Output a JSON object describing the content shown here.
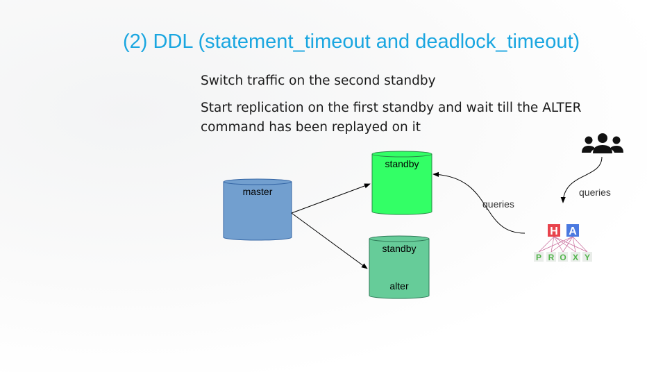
{
  "slide": {
    "title": "(2) DDL (statement_timeout and deadlock_timeout)",
    "bullets": [
      "Switch traffic on the second standby",
      "Start replication on the first standby and wait till the ALTER command has been replayed on it"
    ]
  },
  "diagram": {
    "master_label": "master",
    "standby1_label": "standby",
    "standby2_label": "standby",
    "standby2_sublabel": "alter",
    "queries_label_users": "queries",
    "queries_label_proxy": "queries",
    "proxy_letters": [
      "H",
      "A"
    ],
    "proxy_word": [
      "P",
      "R",
      "O",
      "X",
      "Y"
    ],
    "icons": [
      "users-icon",
      "haproxy-logo"
    ],
    "colors": {
      "title": "#1aa6e0",
      "master": "#729fcf",
      "standby1": "#33ff66",
      "standby2": "#66cc99",
      "proxy_h": "#e8434c",
      "proxy_a": "#4a79e0",
      "proxy_word": "#52b44b"
    }
  }
}
